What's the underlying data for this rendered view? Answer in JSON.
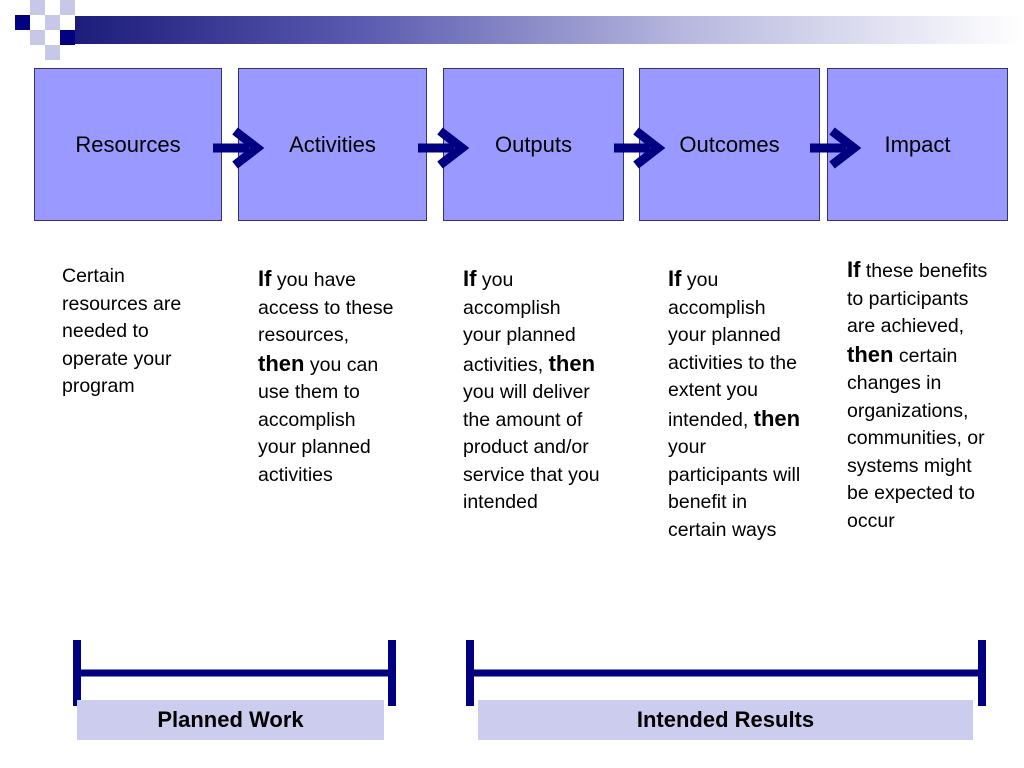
{
  "colors": {
    "box_fill": "#9999ff",
    "arrow": "#000080",
    "bracket": "#000080",
    "label_fill": "#ccccee"
  },
  "stages": [
    "Resources",
    "Activities",
    "Outputs",
    "Outcomes",
    "Impact"
  ],
  "descriptions": {
    "resources": {
      "text": "Certain resources are needed to operate your program"
    },
    "activities": {
      "if": "If",
      "cond": " you have access to these resources, ",
      "then": "then",
      "result": " you can use them to accomplish your planned activities"
    },
    "outputs": {
      "if": "If",
      "cond": " you accomplish your planned activities, ",
      "then": "then",
      "result": " you will deliver the amount of product and/or service that you intended"
    },
    "outcomes": {
      "if": "If",
      "cond": " you accomplish your planned activities to the extent you intended, ",
      "then": "then",
      "result": " your participants will benefit in certain ways"
    },
    "impact": {
      "if": "If",
      "cond": " these benefits to participants are achieved, ",
      "then": "then",
      "result": " certain changes in organizations, communities, or systems might be expected to occur"
    }
  },
  "groups": {
    "planned": "Planned Work",
    "intended": "Intended Results"
  }
}
